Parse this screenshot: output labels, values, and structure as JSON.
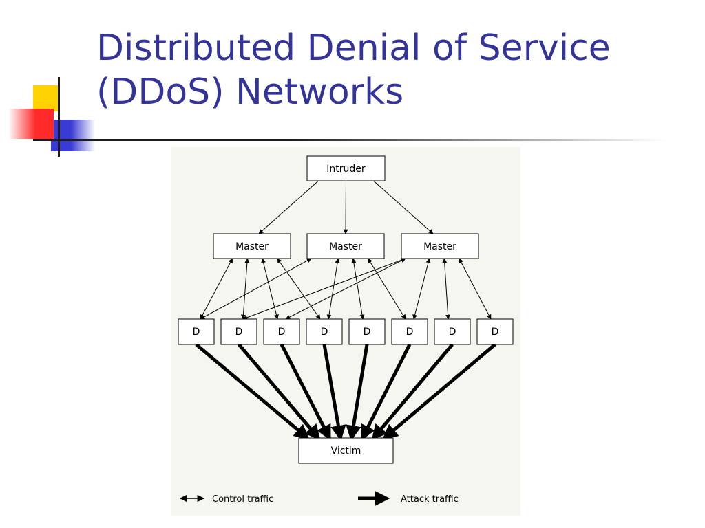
{
  "slide": {
    "title_line1": "Distributed Denial of Service",
    "title_line2": "(DDoS) Networks"
  },
  "colors": {
    "title": "#333399",
    "panel_background": "#f4f6ef",
    "accent_yellow": "#ffd200",
    "accent_blue": "#3a3ad4",
    "accent_red": "#ff2a2a"
  },
  "diagram": {
    "intruder_label": "Intruder",
    "masters": [
      "Master",
      "Master",
      "Master"
    ],
    "daemons": [
      "D",
      "D",
      "D",
      "D",
      "D",
      "D",
      "D",
      "D"
    ],
    "victim_label": "Victim",
    "legend": {
      "control_label": "Control traffic",
      "attack_label": "Attack traffic"
    },
    "control_links": [
      [
        0,
        0
      ],
      [
        0,
        1
      ],
      [
        0,
        2
      ],
      [
        0,
        3
      ],
      [
        1,
        0
      ],
      [
        1,
        3
      ],
      [
        1,
        4
      ],
      [
        1,
        5
      ],
      [
        2,
        1
      ],
      [
        2,
        2
      ],
      [
        2,
        5
      ],
      [
        2,
        6
      ],
      [
        2,
        7
      ]
    ]
  }
}
